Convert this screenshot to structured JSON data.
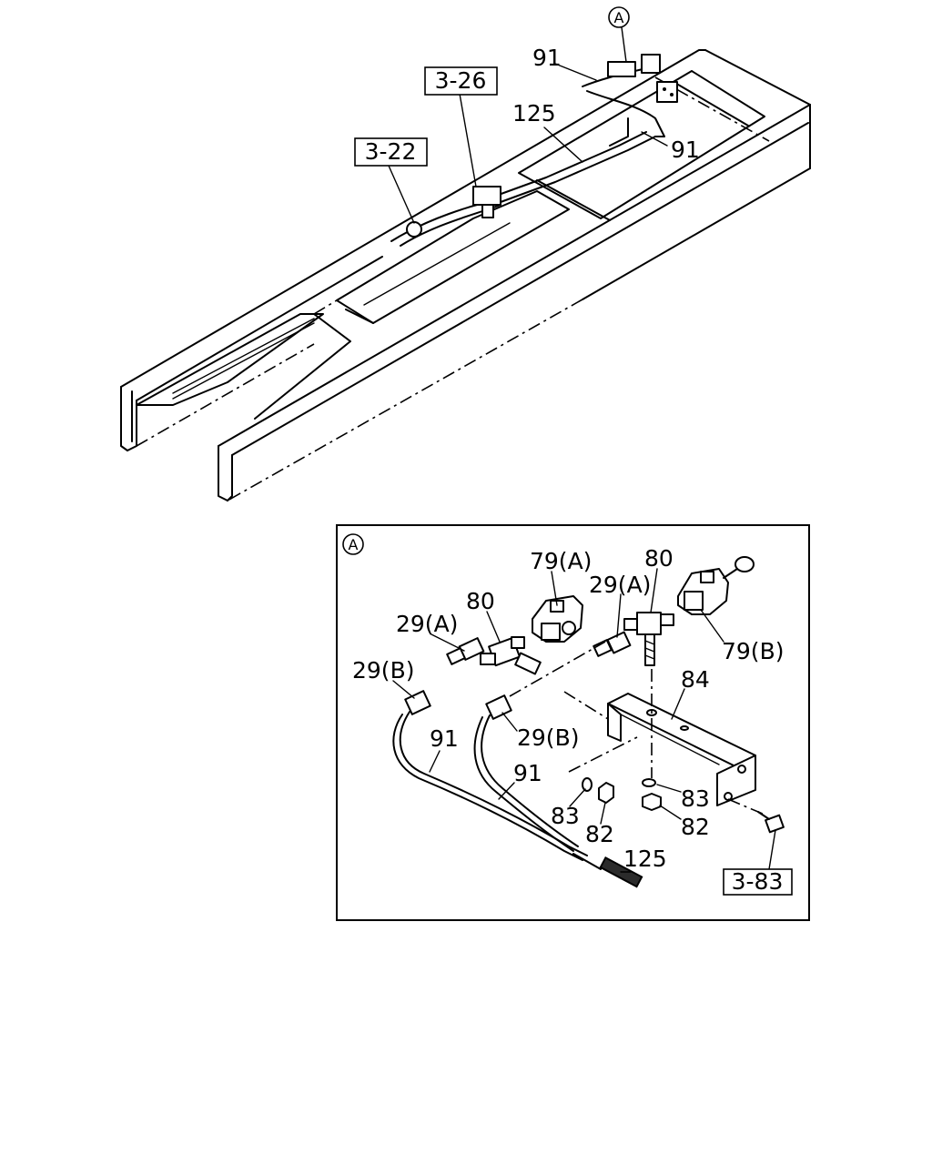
{
  "callout_marker": "A",
  "overview": {
    "marker": "A",
    "refs": {
      "r1": "3-26",
      "r2": "3-22"
    },
    "labels": {
      "l91a": "91",
      "l91b": "91",
      "l125": "125"
    }
  },
  "detail": {
    "marker": "A",
    "labels": {
      "p79a": "79(A)",
      "p80a": "80",
      "p29a_left": "29(A)",
      "p29a_right": "29(A)",
      "p80b": "80",
      "p79b": "79(B)",
      "p29b_left": "29(B)",
      "p84": "84",
      "p29b_mid": "29(B)",
      "p91a": "91",
      "p91b": "91",
      "p83a": "83",
      "p82a": "82",
      "p83b": "83",
      "p82b": "82",
      "p125": "125"
    },
    "ref": "3-83"
  }
}
